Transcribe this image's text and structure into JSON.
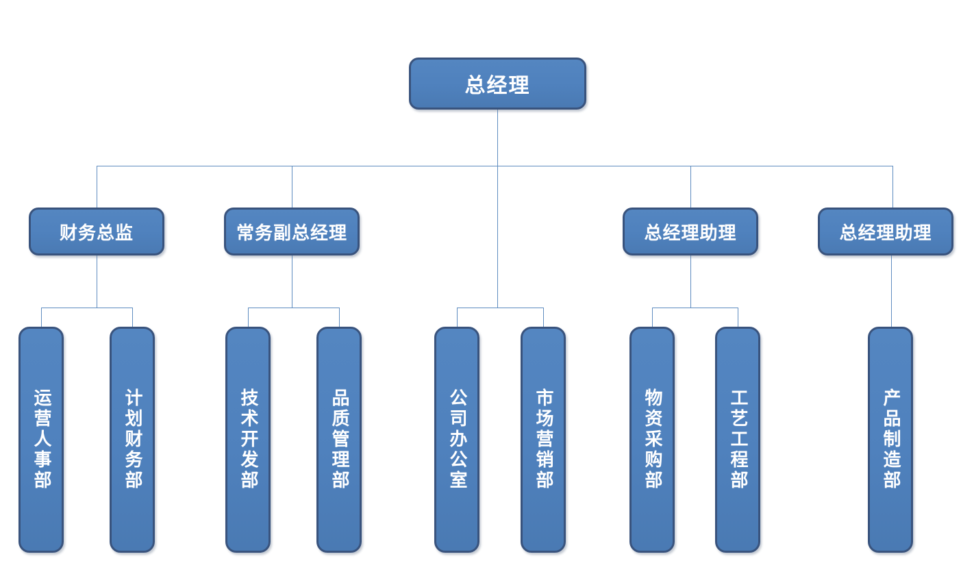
{
  "org": {
    "root": "总经理",
    "branches": [
      {
        "manager": "财务总监",
        "departments": [
          "运营人事部",
          "计划财务部"
        ]
      },
      {
        "manager": "常务副总经理",
        "departments": [
          "技术开发部",
          "品质管理部"
        ]
      },
      {
        "manager": "",
        "departments": [
          "公司办公室",
          "市场营销部"
        ]
      },
      {
        "manager": "总经理助理",
        "departments": [
          "物资采购部",
          "工艺工程部"
        ]
      },
      {
        "manager": "总经理助理",
        "departments": [
          "产品制造部"
        ]
      }
    ]
  },
  "colors": {
    "box_fill": "#4F81BD",
    "box_border": "#39537D",
    "box_text": "#FFFFFF",
    "connector": "#5E8CC0",
    "background": "#FFFFFF"
  }
}
